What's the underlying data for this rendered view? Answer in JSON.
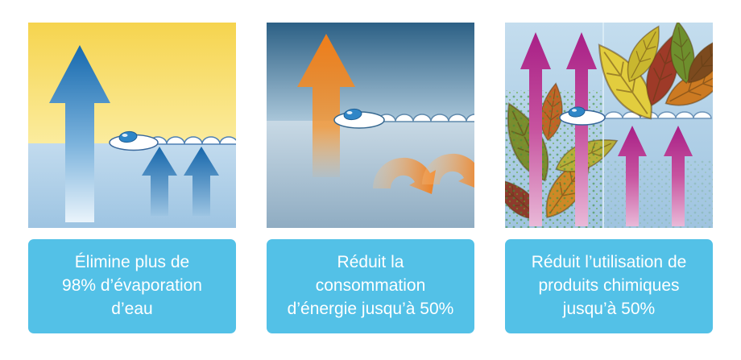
{
  "panels": [
    {
      "id": "evaporation",
      "caption_lines": [
        "Élimine plus de",
        "98% d’évaporation",
        "d’eau"
      ]
    },
    {
      "id": "energy",
      "caption_lines": [
        "Réduit la",
        "consommation",
        "d’énergie jusqu’à 50%"
      ]
    },
    {
      "id": "chemicals",
      "caption_lines": [
        "Réduit l’utilisation de",
        "produits chimiques",
        "jusqu’à 50%"
      ]
    }
  ],
  "colors": {
    "caption_background": "#53C1E7",
    "caption_text": "#FFFFFF",
    "evaporation_arrow_blue": "#1669AE",
    "energy_arrow_orange": "#F07E1A",
    "chemicals_arrow_magenta": "#A81F86",
    "water_blue": "#A9CCE5",
    "sun_yellow": "#F6D74F"
  }
}
